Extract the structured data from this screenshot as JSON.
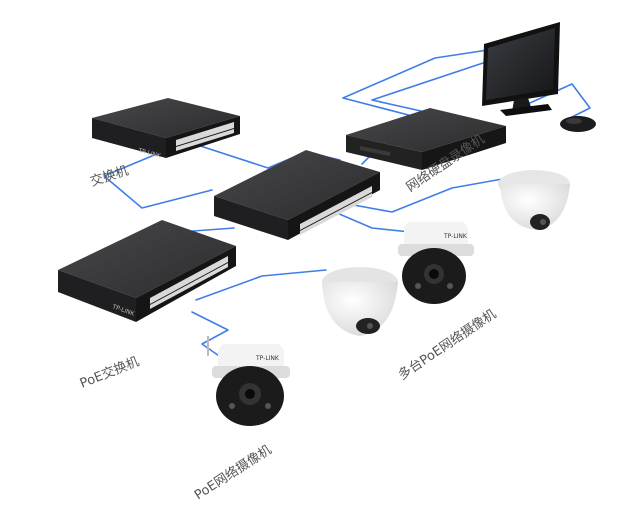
{
  "labels": {
    "switch": "交换机",
    "nvr": "网络硬盘录像机",
    "poe_switch": "PoE交换机",
    "multi_cameras": "多台PoE网络摄像机",
    "single_camera": "PoE网络摄像机"
  },
  "brand": "TP-LINK",
  "colors": {
    "cable": "#3f7ee8",
    "device_top": "#3a3a3c",
    "device_front": "#1e1e20",
    "camera_body": "#f2f2f2",
    "label": "#555555"
  },
  "icons": [
    "switch-icon",
    "nvr-icon",
    "monitor-icon",
    "mouse-icon",
    "dome-camera-icon",
    "ptz-camera-icon"
  ]
}
